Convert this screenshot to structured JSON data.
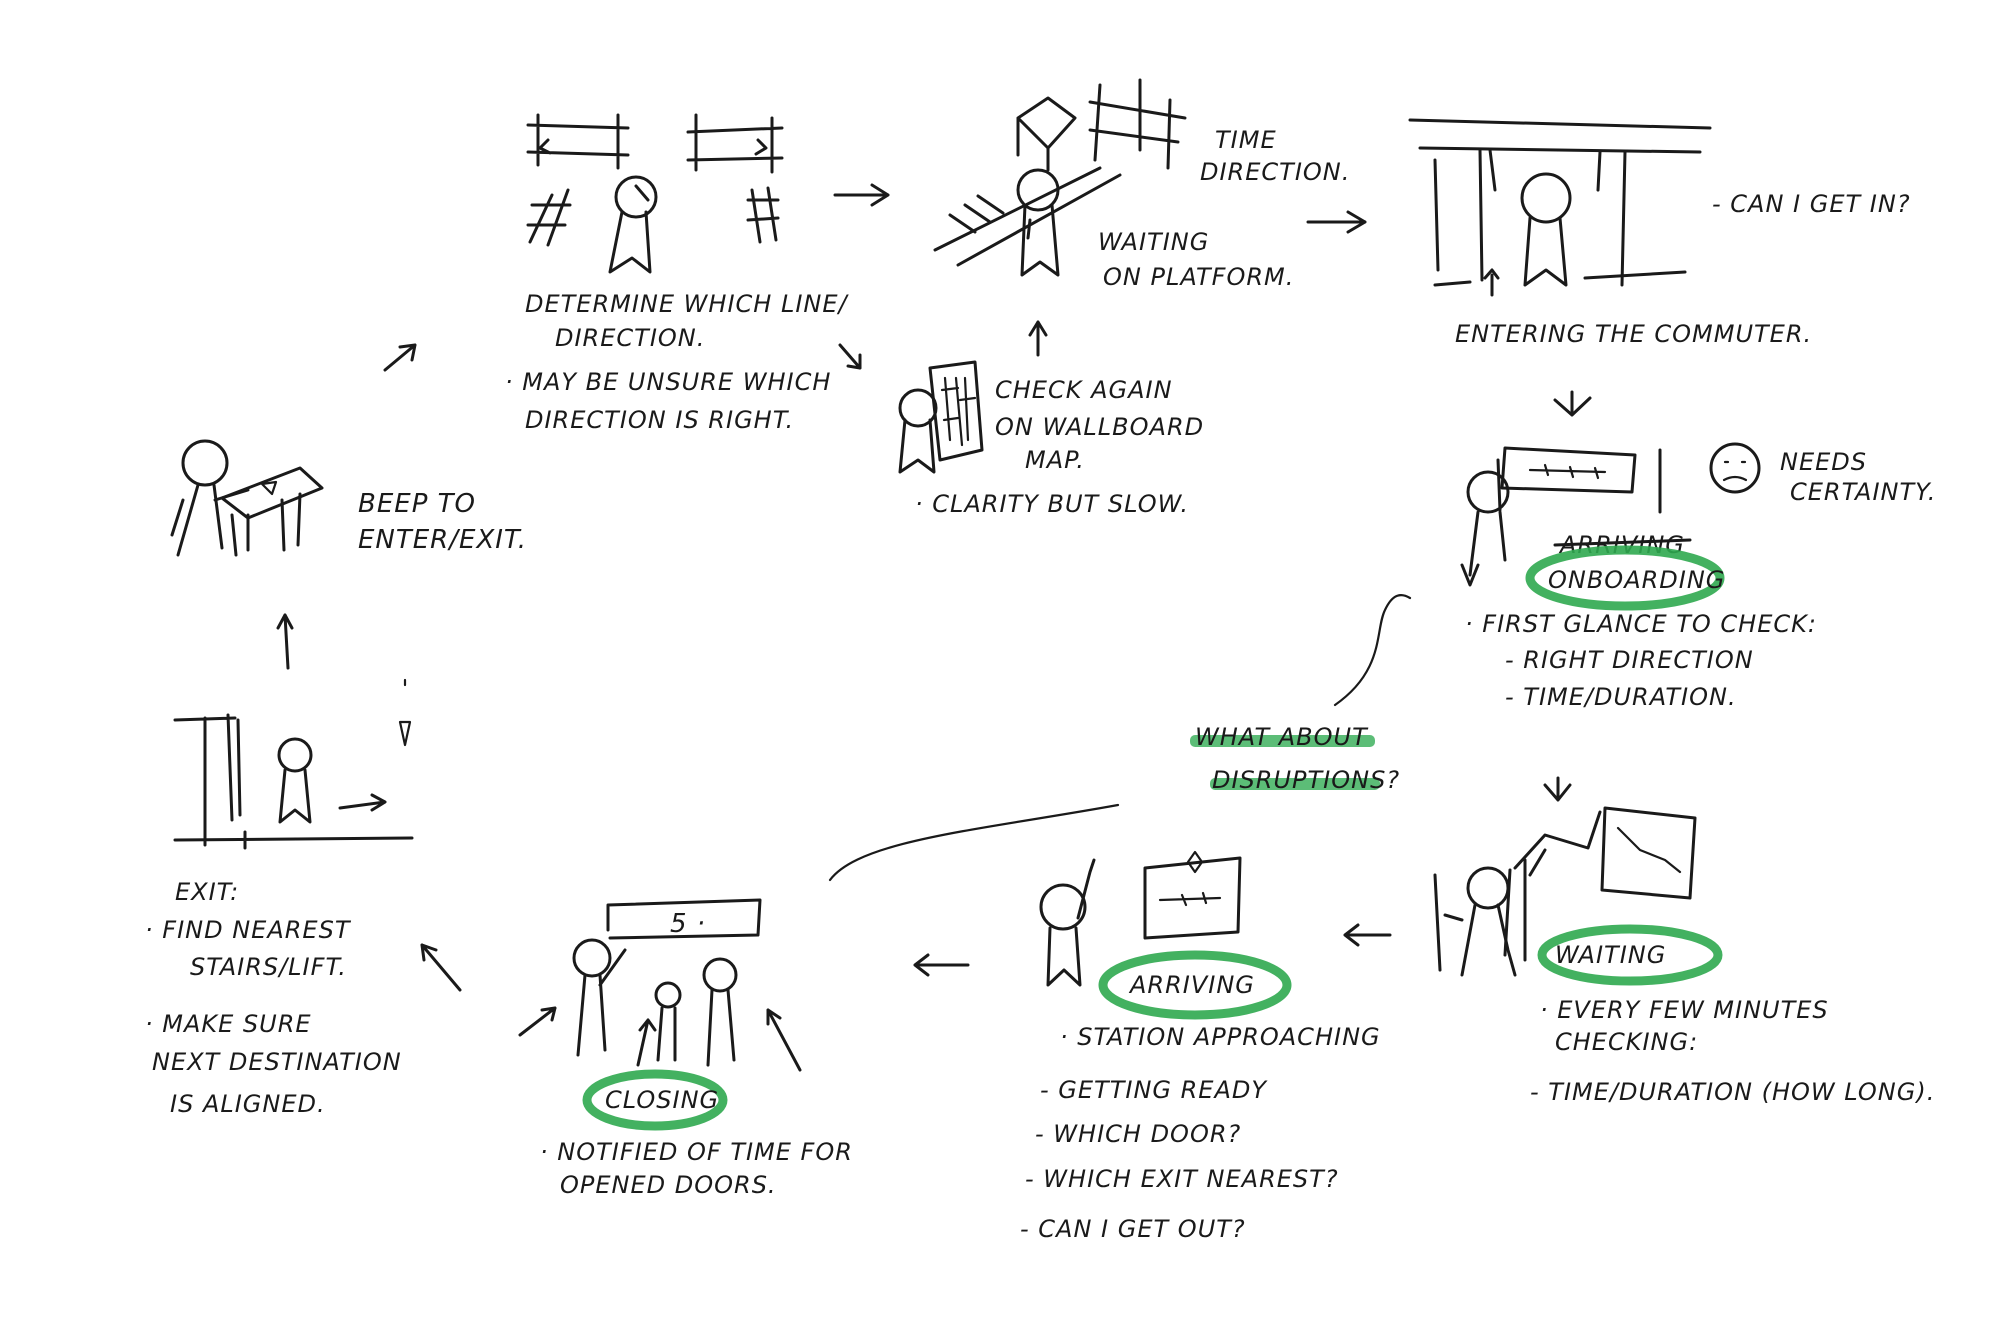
{
  "steps": {
    "gate": {
      "lines": [
        "BEEP TO",
        "ENTER/EXIT."
      ]
    },
    "line_direction": {
      "lines": [
        "DETERMINE WHICH LINE/",
        "DIRECTION.",
        "· MAY BE UNSURE WHICH",
        "DIRECTION IS RIGHT."
      ]
    },
    "platform": {
      "lines": [
        "TIME",
        "DIRECTION.",
        "WAITING",
        "ON PLATFORM."
      ]
    },
    "wall_map": {
      "lines": [
        "CHECK AGAIN",
        "ON WALLBOARD",
        "MAP.",
        "· CLARITY BUT SLOW."
      ]
    },
    "entering": {
      "lines": [
        "- CAN I GET IN?",
        "ENTERING THE COMMUTER."
      ]
    },
    "onboarding": {
      "struck_label": "ARRIVING",
      "badge": "ONBOARDING",
      "lines": [
        "NEEDS",
        "CERTAINTY.",
        "· FIRST GLANCE TO CHECK:",
        "- RIGHT DIRECTION",
        "- TIME/DURATION."
      ]
    },
    "waiting": {
      "badge": "WAITING",
      "lines": [
        "· EVERY FEW MINUTES",
        "CHECKING:",
        "- TIME/DURATION (HOW LONG)."
      ]
    },
    "arriving": {
      "badge": "ARRIVING",
      "lines": [
        "· STATION APPROACHING",
        "- GETTING READY",
        "- WHICH DOOR?",
        "- WHICH EXIT NEAREST?",
        "- CAN I GET OUT?"
      ]
    },
    "closing": {
      "badge": "CLOSING",
      "countdown": "5 ·",
      "lines": [
        "· NOTIFIED OF TIME FOR",
        "OPENED DOORS."
      ]
    },
    "exit": {
      "lines": [
        "EXIT:",
        "· FIND NEAREST",
        "STAIRS/LIFT.",
        "· MAKE SURE",
        "NEXT DESTINATION",
        "IS ALIGNED."
      ]
    }
  },
  "note": {
    "lines": [
      "WHAT ABOUT",
      "DISRUPTIONS?"
    ]
  },
  "colors": {
    "ink": "#1a1a1a",
    "highlight": "#2fa84f",
    "paper": "#ffffff"
  }
}
